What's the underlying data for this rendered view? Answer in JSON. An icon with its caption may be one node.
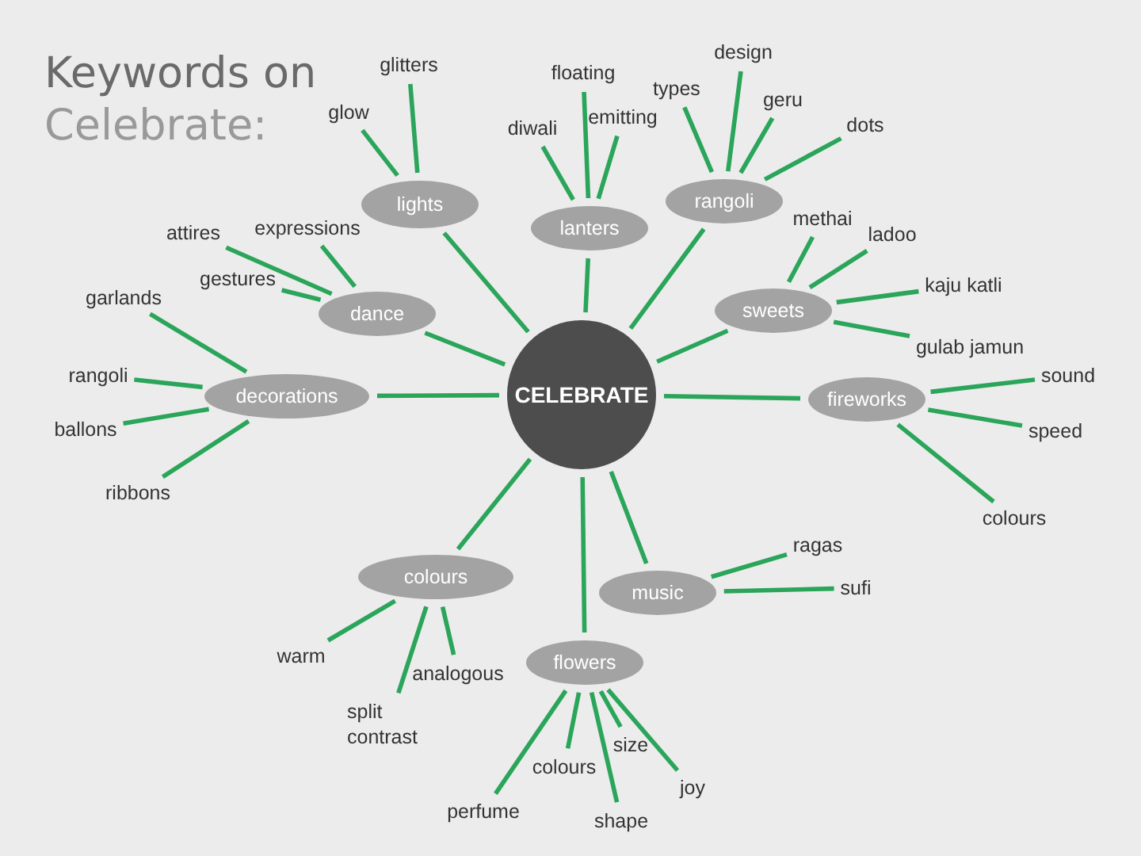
{
  "diagram": {
    "title": "Keywords on Celebrate:",
    "nodes": [
      {
        "text": [
          "CELEBRATE"
        ]
      },
      {
        "text": [
          "lights"
        ]
      },
      {
        "text": [
          "glow"
        ]
      },
      {
        "text": [
          "glitters"
        ]
      },
      {
        "text": [
          "lanters"
        ]
      },
      {
        "text": [
          "diwali"
        ]
      },
      {
        "text": [
          "floating"
        ]
      },
      {
        "text": [
          "emitting"
        ]
      },
      {
        "text": [
          "rangoli"
        ]
      },
      {
        "text": [
          "types"
        ]
      },
      {
        "text": [
          "design"
        ]
      },
      {
        "text": [
          "geru"
        ]
      },
      {
        "text": [
          "dots"
        ]
      },
      {
        "text": [
          "sweets"
        ]
      },
      {
        "text": [
          "methai"
        ]
      },
      {
        "text": [
          "ladoo"
        ]
      },
      {
        "text": [
          "kaju katli"
        ]
      },
      {
        "text": [
          "gulab jamun"
        ]
      },
      {
        "text": [
          "fireworks"
        ]
      },
      {
        "text": [
          "sound"
        ]
      },
      {
        "text": [
          "speed"
        ]
      },
      {
        "text": [
          "colours"
        ]
      },
      {
        "text": [
          "music"
        ]
      },
      {
        "text": [
          "ragas"
        ]
      },
      {
        "text": [
          "sufi"
        ]
      },
      {
        "text": [
          "flowers"
        ]
      },
      {
        "text": [
          "perfume"
        ]
      },
      {
        "text": [
          "colours"
        ]
      },
      {
        "text": [
          "shape"
        ]
      },
      {
        "text": [
          "size"
        ]
      },
      {
        "text": [
          "joy"
        ]
      },
      {
        "text": [
          "colours"
        ]
      },
      {
        "text": [
          "warm"
        ]
      },
      {
        "text": [
          "split contrast"
        ]
      },
      {
        "text": [
          "analogous"
        ]
      },
      {
        "text": [
          "decorations"
        ]
      },
      {
        "text": [
          "garlands"
        ]
      },
      {
        "text": [
          "rangoli"
        ]
      },
      {
        "text": [
          "ballons"
        ]
      },
      {
        "text": [
          "ribbons"
        ]
      },
      {
        "text": [
          "dance"
        ]
      },
      {
        "text": [
          "attires"
        ]
      },
      {
        "text": [
          "expressions"
        ]
      },
      {
        "text": [
          "gestures"
        ]
      }
    ],
    "edges": [
      {
        "from": 0,
        "to": 1,
        "arrow": "none"
      },
      {
        "from": 1,
        "to": 2,
        "arrow": "none"
      },
      {
        "from": 1,
        "to": 3,
        "arrow": "none"
      },
      {
        "from": 0,
        "to": 4,
        "arrow": "none"
      },
      {
        "from": 4,
        "to": 5,
        "arrow": "none"
      },
      {
        "from": 4,
        "to": 6,
        "arrow": "none"
      },
      {
        "from": 4,
        "to": 7,
        "arrow": "none"
      },
      {
        "from": 0,
        "to": 8,
        "arrow": "none"
      },
      {
        "from": 8,
        "to": 9,
        "arrow": "none"
      },
      {
        "from": 8,
        "to": 10,
        "arrow": "none"
      },
      {
        "from": 8,
        "to": 11,
        "arrow": "none"
      },
      {
        "from": 8,
        "to": 12,
        "arrow": "none"
      },
      {
        "from": 0,
        "to": 13,
        "arrow": "none"
      },
      {
        "from": 13,
        "to": 14,
        "arrow": "none"
      },
      {
        "from": 13,
        "to": 15,
        "arrow": "none"
      },
      {
        "from": 13,
        "to": 16,
        "arrow": "none"
      },
      {
        "from": 13,
        "to": 17,
        "arrow": "none"
      },
      {
        "from": 0,
        "to": 18,
        "arrow": "none"
      },
      {
        "from": 18,
        "to": 19,
        "arrow": "none"
      },
      {
        "from": 18,
        "to": 20,
        "arrow": "none"
      },
      {
        "from": 18,
        "to": 21,
        "arrow": "none"
      },
      {
        "from": 0,
        "to": 22,
        "arrow": "none"
      },
      {
        "from": 22,
        "to": 23,
        "arrow": "none"
      },
      {
        "from": 22,
        "to": 24,
        "arrow": "none"
      },
      {
        "from": 0,
        "to": 25,
        "arrow": "none"
      },
      {
        "from": 25,
        "to": 26,
        "arrow": "none"
      },
      {
        "from": 25,
        "to": 27,
        "arrow": "none"
      },
      {
        "from": 25,
        "to": 28,
        "arrow": "none"
      },
      {
        "from": 25,
        "to": 29,
        "arrow": "none"
      },
      {
        "from": 25,
        "to": 30,
        "arrow": "none"
      },
      {
        "from": 0,
        "to": 31,
        "arrow": "none"
      },
      {
        "from": 31,
        "to": 32,
        "arrow": "none"
      },
      {
        "from": 31,
        "to": 33,
        "arrow": "none"
      },
      {
        "from": 31,
        "to": 34,
        "arrow": "none"
      },
      {
        "from": 0,
        "to": 35,
        "arrow": "none"
      },
      {
        "from": 35,
        "to": 36,
        "arrow": "none"
      },
      {
        "from": 35,
        "to": 37,
        "arrow": "none"
      },
      {
        "from": 35,
        "to": 38,
        "arrow": "none"
      },
      {
        "from": 35,
        "to": 39,
        "arrow": "none"
      },
      {
        "from": 0,
        "to": 40,
        "arrow": "none"
      },
      {
        "from": 40,
        "to": 41,
        "arrow": "none"
      },
      {
        "from": 40,
        "to": 42,
        "arrow": "none"
      },
      {
        "from": 40,
        "to": 43,
        "arrow": "none"
      }
    ]
  }
}
